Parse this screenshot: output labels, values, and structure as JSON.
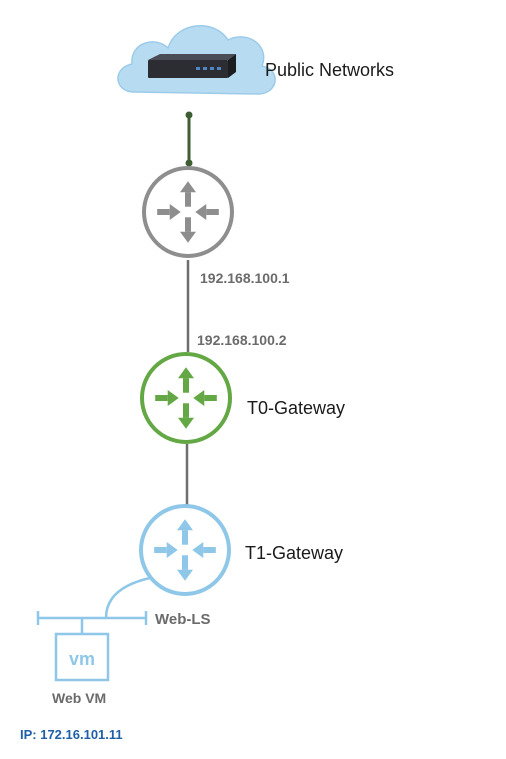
{
  "nodes": {
    "public_networks": {
      "label": "Public Networks"
    },
    "external_router": {
      "label": ""
    },
    "t0_gateway": {
      "label": "T0-Gateway"
    },
    "t1_gateway": {
      "label": "T1-Gateway"
    },
    "web_ls": {
      "label": "Web-LS"
    },
    "web_vm": {
      "label": "Web VM",
      "icon_text": "vm",
      "ip": "IP: 172.16.101.11"
    }
  },
  "links": {
    "uplink_ip": "192.168.100.1",
    "t0_ip": "192.168.100.2"
  },
  "colors": {
    "cloud": "#b7dcf2",
    "cloud_edge": "#9ccbe9",
    "appliance": "#2b2d33",
    "appliance_led": "#4f86c6",
    "external_router": "#8e8e8e",
    "t0_gateway": "#63a844",
    "t1_gateway": "#8ec7e8",
    "line": "#6f6f6f",
    "uplink": "#3c5e32",
    "vm_ip": "#1f5fa6"
  },
  "icons": {
    "cloud": "cloud-icon",
    "appliance": "network-appliance-icon",
    "router": "router-icon",
    "vm": "vm-icon"
  }
}
